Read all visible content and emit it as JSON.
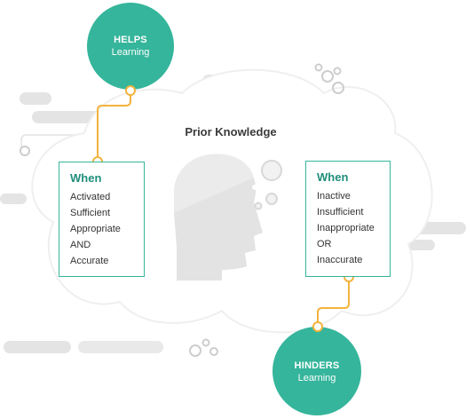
{
  "center": {
    "title": "Prior Knowledge"
  },
  "helps_node": {
    "title": "HELPS",
    "subtitle": "Learning"
  },
  "hinders_node": {
    "title": "HINDERS",
    "subtitle": "Learning"
  },
  "left_box": {
    "title": "When",
    "items": [
      "Activated",
      "Sufficient",
      "Appropriate",
      "AND",
      "Accurate"
    ]
  },
  "right_box": {
    "title": "When",
    "items": [
      "Inactive",
      "Insufficient",
      "Inappropriate",
      "OR",
      "Inaccurate"
    ]
  },
  "colors": {
    "accent_green": "#35b59b",
    "title_green": "#1f8f7b",
    "connector_orange": "#f3b33d",
    "decor_gray": "#e4e4e4"
  },
  "icons": {
    "head": "thinking-head-icon"
  }
}
